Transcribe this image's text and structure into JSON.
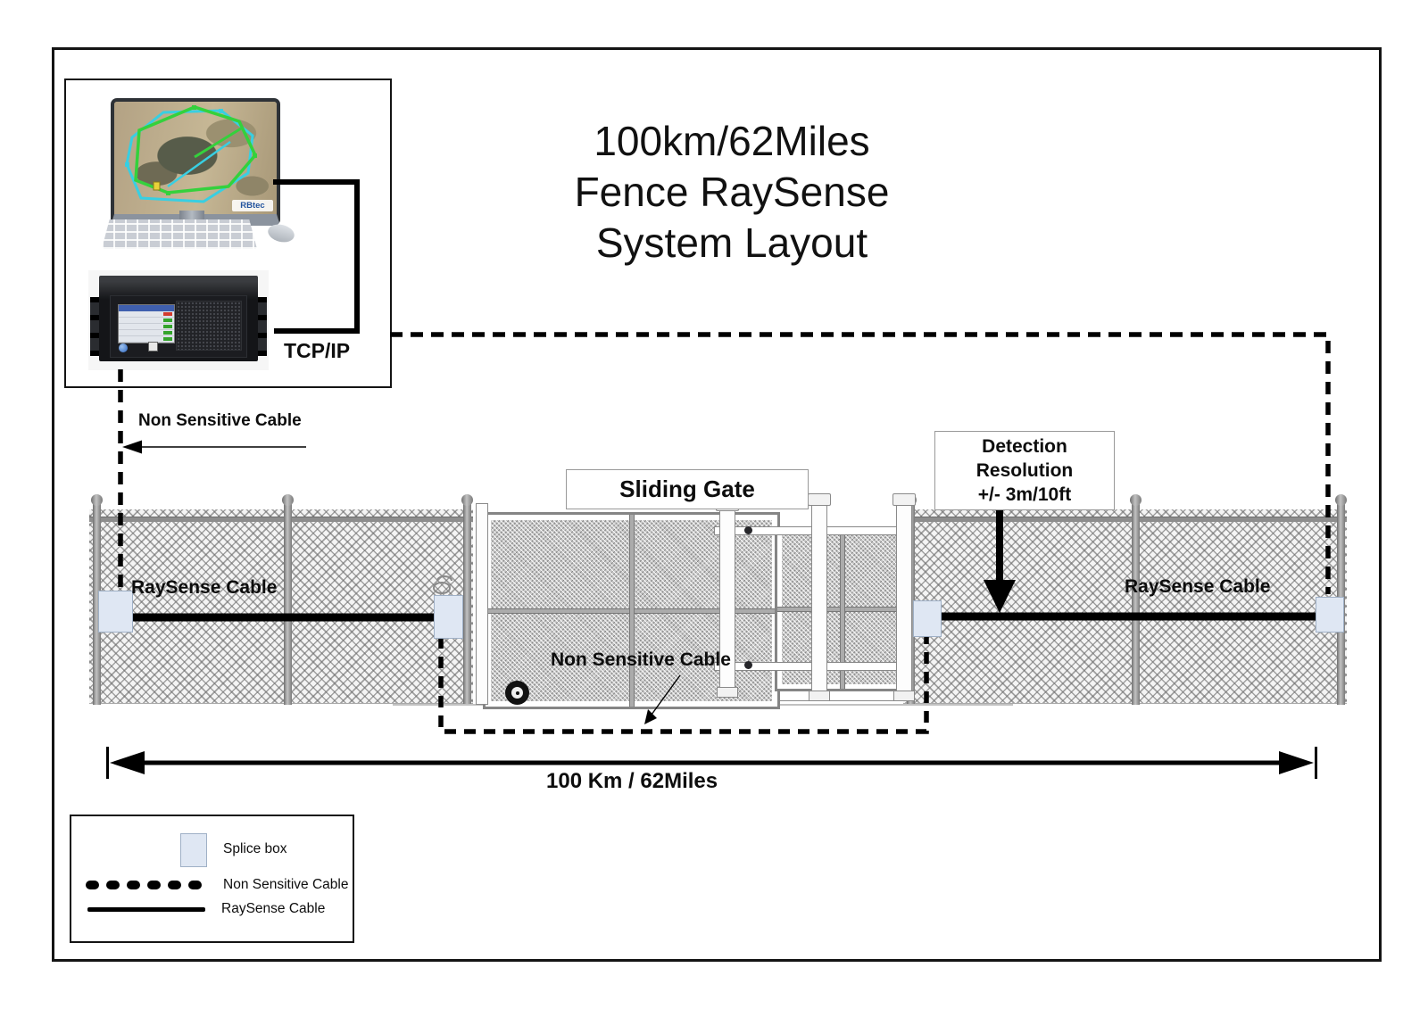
{
  "diagram_title": {
    "line1": "100km/62Miles",
    "line2": "Fence RaySense",
    "line3": "System Layout"
  },
  "control_room": {
    "tcp_ip_label": "TCP/IP",
    "monitor_logo": "RBtec"
  },
  "cable_labels": {
    "non_sensitive_top": "Non Sensitive Cable",
    "raysense_left": "RaySense Cable",
    "raysense_right": "RaySense Cable",
    "non_sensitive_gate": "Non Sensitive Cable"
  },
  "gate": {
    "label": "Sliding Gate"
  },
  "detection": {
    "line1": "Detection",
    "line2": "Resolution",
    "line3": "+/- 3m/10ft"
  },
  "distance_label": "100 Km / 62Miles",
  "legend": {
    "items": [
      {
        "label": "Splice box"
      },
      {
        "label": "Non Sensitive Cable"
      },
      {
        "label": "RaySense Cable"
      }
    ]
  },
  "colors": {
    "splice_box_fill": "#dfe7f3",
    "splice_box_border": "#9fb0c6",
    "cable": "#000000",
    "fence_rail": "#8d8d8d",
    "map_route_green": "#34d13c",
    "map_route_cyan": "#38cfe2"
  }
}
